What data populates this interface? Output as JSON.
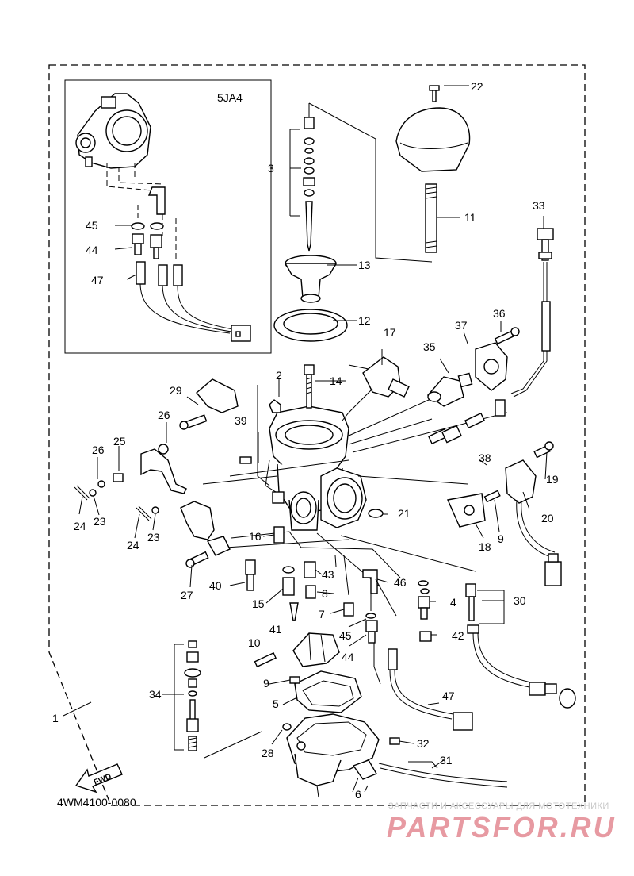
{
  "diagram": {
    "inset_model": "5JA4",
    "diagram_code": "4WM4100-0080",
    "direction_label": "FWD",
    "labels": [
      {
        "id": "p1",
        "text": "1"
      },
      {
        "id": "p2",
        "text": "2"
      },
      {
        "id": "p3",
        "text": "3"
      },
      {
        "id": "p4",
        "text": "4"
      },
      {
        "id": "p5",
        "text": "5"
      },
      {
        "id": "p6",
        "text": "6"
      },
      {
        "id": "p7",
        "text": "7"
      },
      {
        "id": "p8",
        "text": "8"
      },
      {
        "id": "p9a",
        "text": "9"
      },
      {
        "id": "p9b",
        "text": "9"
      },
      {
        "id": "p10",
        "text": "10"
      },
      {
        "id": "p11",
        "text": "11"
      },
      {
        "id": "p12",
        "text": "12"
      },
      {
        "id": "p13",
        "text": "13"
      },
      {
        "id": "p14",
        "text": "14"
      },
      {
        "id": "p15",
        "text": "15"
      },
      {
        "id": "p16",
        "text": "16"
      },
      {
        "id": "p17",
        "text": "17"
      },
      {
        "id": "p18",
        "text": "18"
      },
      {
        "id": "p19",
        "text": "19"
      },
      {
        "id": "p20",
        "text": "20"
      },
      {
        "id": "p21",
        "text": "21"
      },
      {
        "id": "p22",
        "text": "22"
      },
      {
        "id": "p23a",
        "text": "23"
      },
      {
        "id": "p23b",
        "text": "23"
      },
      {
        "id": "p24a",
        "text": "24"
      },
      {
        "id": "p24b",
        "text": "24"
      },
      {
        "id": "p25",
        "text": "25"
      },
      {
        "id": "p26a",
        "text": "26"
      },
      {
        "id": "p26b",
        "text": "26"
      },
      {
        "id": "p27",
        "text": "27"
      },
      {
        "id": "p28",
        "text": "28"
      },
      {
        "id": "p29",
        "text": "29"
      },
      {
        "id": "p30",
        "text": "30"
      },
      {
        "id": "p31",
        "text": "31"
      },
      {
        "id": "p32",
        "text": "32"
      },
      {
        "id": "p33",
        "text": "33"
      },
      {
        "id": "p34",
        "text": "34"
      },
      {
        "id": "p35",
        "text": "35"
      },
      {
        "id": "p36",
        "text": "36"
      },
      {
        "id": "p37",
        "text": "37"
      },
      {
        "id": "p38",
        "text": "38"
      },
      {
        "id": "p39",
        "text": "39"
      },
      {
        "id": "p40",
        "text": "40"
      },
      {
        "id": "p41",
        "text": "41"
      },
      {
        "id": "p42",
        "text": "42"
      },
      {
        "id": "p43",
        "text": "43"
      },
      {
        "id": "p44a",
        "text": "44"
      },
      {
        "id": "p44b",
        "text": "44"
      },
      {
        "id": "p45a",
        "text": "45"
      },
      {
        "id": "p45b",
        "text": "45"
      },
      {
        "id": "p46",
        "text": "46"
      },
      {
        "id": "p47a",
        "text": "47"
      },
      {
        "id": "p47b",
        "text": "47"
      }
    ]
  },
  "watermark": {
    "tagline": "ЗАПЧАСТИ И АКСЕССУАРЫ ДЛЯ МОТОТЕХНИКИ",
    "brand": "PARTSFOR.RU",
    "brand_color": "#e79aa2"
  }
}
